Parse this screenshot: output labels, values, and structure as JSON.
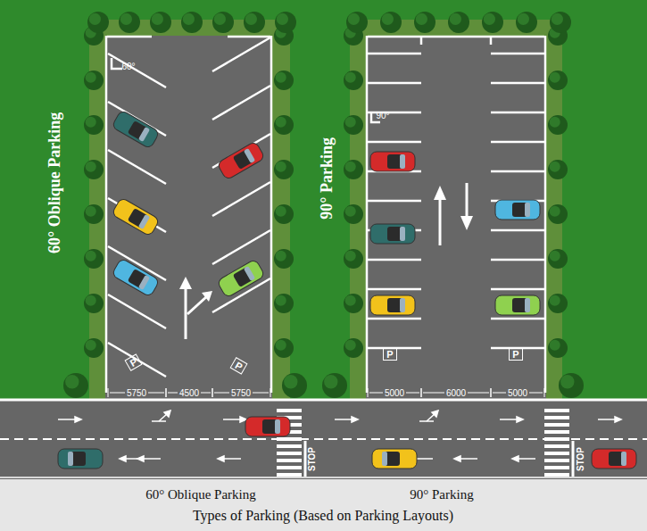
{
  "diagram": {
    "caption": "Types of Parking (Based on Parking Layouts)",
    "labels": [
      "60° Oblique Parking",
      "90° Parking",
      "60°",
      "90°",
      "P",
      "P",
      "P",
      "P",
      "5750",
      "4500",
      "5750",
      "5000",
      "6000",
      "5000",
      "STOP",
      "STOP",
      "60° Oblique Parking",
      "90° Parking"
    ]
  }
}
